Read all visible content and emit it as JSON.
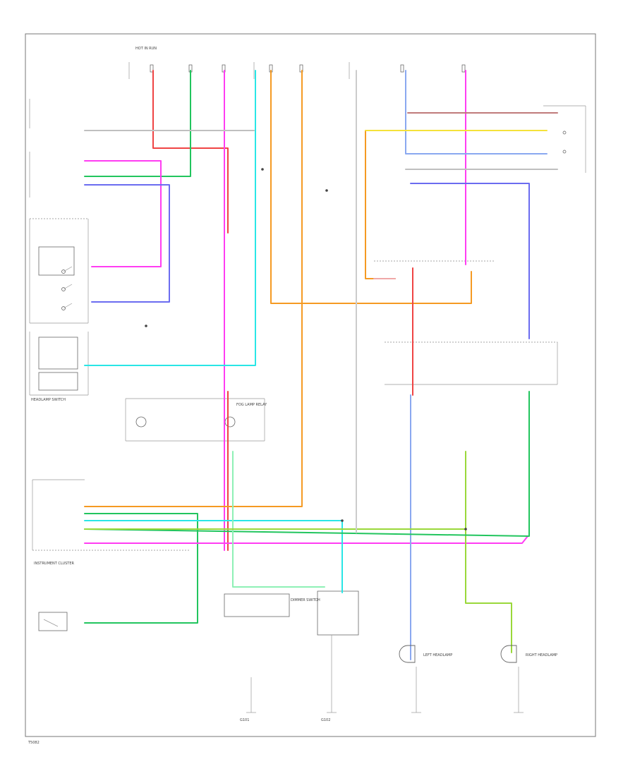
{
  "page": {
    "footer_code": "T5082"
  },
  "colors": {
    "red": "#ef4444",
    "green": "#22c55e",
    "pink": "#ff3df2",
    "cyan": "#29e6e6",
    "orange": "#f59a23",
    "violet": "#6b6cf0",
    "light_blue": "#8aa8f0",
    "yellow": "#f5e23a",
    "lime": "#9ad83a",
    "brown": "#c07a7a",
    "mint": "#8ef0b5",
    "peach": "#f0a8a8",
    "gray": "#999999"
  },
  "labels": {
    "top_fuse": "HOT IN RUN",
    "headlamp_switch": "HEADLAMP SWITCH",
    "left_headlamp": "LEFT HEADLAMP",
    "right_headlamp": "RIGHT HEADLAMP",
    "instrument_cluster": "INSTRUMENT CLUSTER",
    "dimmer_switch": "DIMMER SWITCH",
    "fog_lamp_relay": "FOG LAMP RELAY",
    "ground_left": "G101",
    "ground_right": "G102"
  },
  "icons": {
    "junction": "junction-dot-icon",
    "lamp": "lamp-bulb-icon",
    "switch": "switch-contact-icon",
    "ground": "ground-symbol-icon"
  }
}
